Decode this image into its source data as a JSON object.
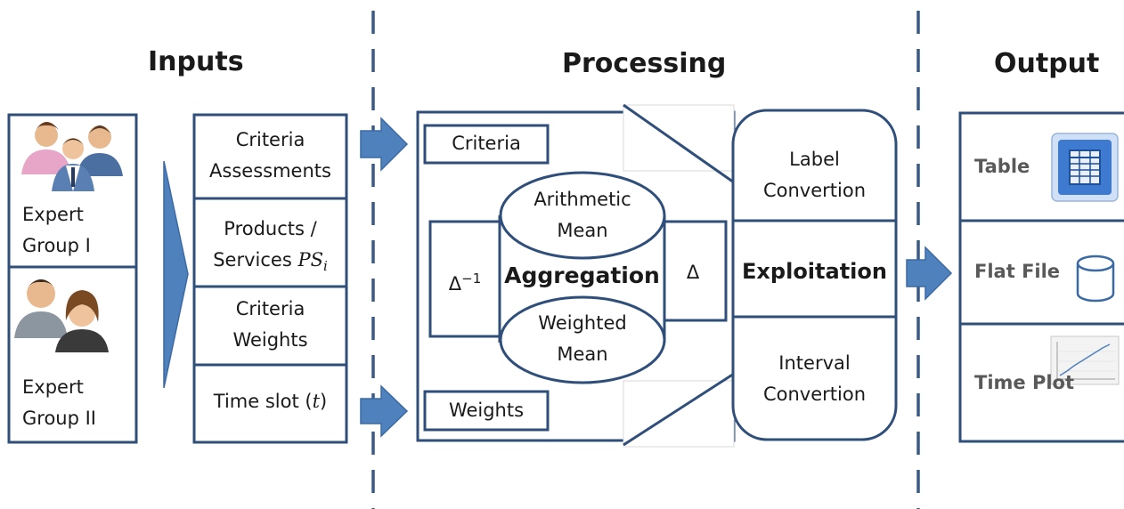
{
  "headings": {
    "inputs": "Inputs",
    "processing": "Processing",
    "output": "Output"
  },
  "inputs": {
    "expert_group_1": [
      "Expert",
      "Group I"
    ],
    "expert_group_2": [
      "Expert",
      "Group II"
    ],
    "criteria_assessments": [
      "Criteria",
      "Assessments"
    ],
    "products_services": "Products /",
    "services_prefix": "Services ",
    "ps_symbol": "PS",
    "ps_subscript": "i",
    "criteria_weights": [
      "Criteria",
      "Weights"
    ],
    "time_slot_prefix": "Time slot (",
    "time_slot_var": "t",
    "time_slot_suffix": ")"
  },
  "processing": {
    "criteria": "Criteria",
    "weights": "Weights",
    "inverse_delta": "Δ",
    "inverse_exp": "−1",
    "arithmetic_mean": [
      "Arithmetic",
      "Mean"
    ],
    "aggregation": "Aggregation",
    "weighted_mean": [
      "Weighted",
      "Mean"
    ],
    "delta": "Δ",
    "label_convertion": [
      "Label",
      "Convertion"
    ],
    "exploitation": "Exploitation",
    "interval_convertion": [
      "Interval",
      "Convertion"
    ]
  },
  "output": {
    "table": "Table",
    "flat_file": "Flat File",
    "time_plot": "Time Plot"
  },
  "colors": {
    "border": "#2f4f7a",
    "arrow": "#4f81bd",
    "divider": "#3a5a85"
  }
}
